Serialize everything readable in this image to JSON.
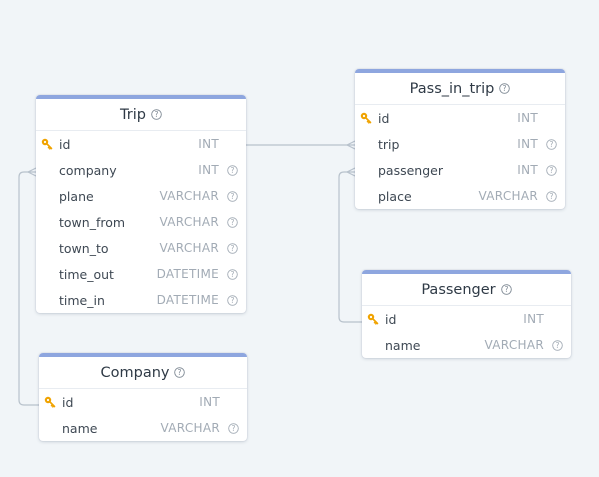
{
  "tables": {
    "trip": {
      "name": "Trip",
      "columns": [
        {
          "name": "id",
          "type": "INT",
          "primary_key": true,
          "note": false
        },
        {
          "name": "company",
          "type": "INT",
          "primary_key": false,
          "note": true
        },
        {
          "name": "plane",
          "type": "VARCHAR",
          "primary_key": false,
          "note": true
        },
        {
          "name": "town_from",
          "type": "VARCHAR",
          "primary_key": false,
          "note": true
        },
        {
          "name": "town_to",
          "type": "VARCHAR",
          "primary_key": false,
          "note": true
        },
        {
          "name": "time_out",
          "type": "DATETIME",
          "primary_key": false,
          "note": true
        },
        {
          "name": "time_in",
          "type": "DATETIME",
          "primary_key": false,
          "note": true
        }
      ]
    },
    "pass_in_trip": {
      "name": "Pass_in_trip",
      "columns": [
        {
          "name": "id",
          "type": "INT",
          "primary_key": true,
          "note": false
        },
        {
          "name": "trip",
          "type": "INT",
          "primary_key": false,
          "note": true
        },
        {
          "name": "passenger",
          "type": "INT",
          "primary_key": false,
          "note": true
        },
        {
          "name": "place",
          "type": "VARCHAR",
          "primary_key": false,
          "note": true
        }
      ]
    },
    "company": {
      "name": "Company",
      "columns": [
        {
          "name": "id",
          "type": "INT",
          "primary_key": true,
          "note": false
        },
        {
          "name": "name",
          "type": "VARCHAR",
          "primary_key": false,
          "note": true
        }
      ]
    },
    "passenger": {
      "name": "Passenger",
      "columns": [
        {
          "name": "id",
          "type": "INT",
          "primary_key": true,
          "note": false
        },
        {
          "name": "name",
          "type": "VARCHAR",
          "primary_key": false,
          "note": true
        }
      ]
    }
  },
  "relationships": [
    {
      "from": "Company.id",
      "to": "Trip.company",
      "cardinality": "one-to-many"
    },
    {
      "from": "Trip.id",
      "to": "Pass_in_trip.trip",
      "cardinality": "one-to-many"
    },
    {
      "from": "Passenger.id",
      "to": "Pass_in_trip.passenger",
      "cardinality": "one-to-many"
    }
  ],
  "colors": {
    "background": "#f1f5f8",
    "header_accent": "#8ea6df",
    "key_icon": "#f0a300",
    "connector": "#b8c2cc",
    "type_text": "#a2abb5"
  }
}
